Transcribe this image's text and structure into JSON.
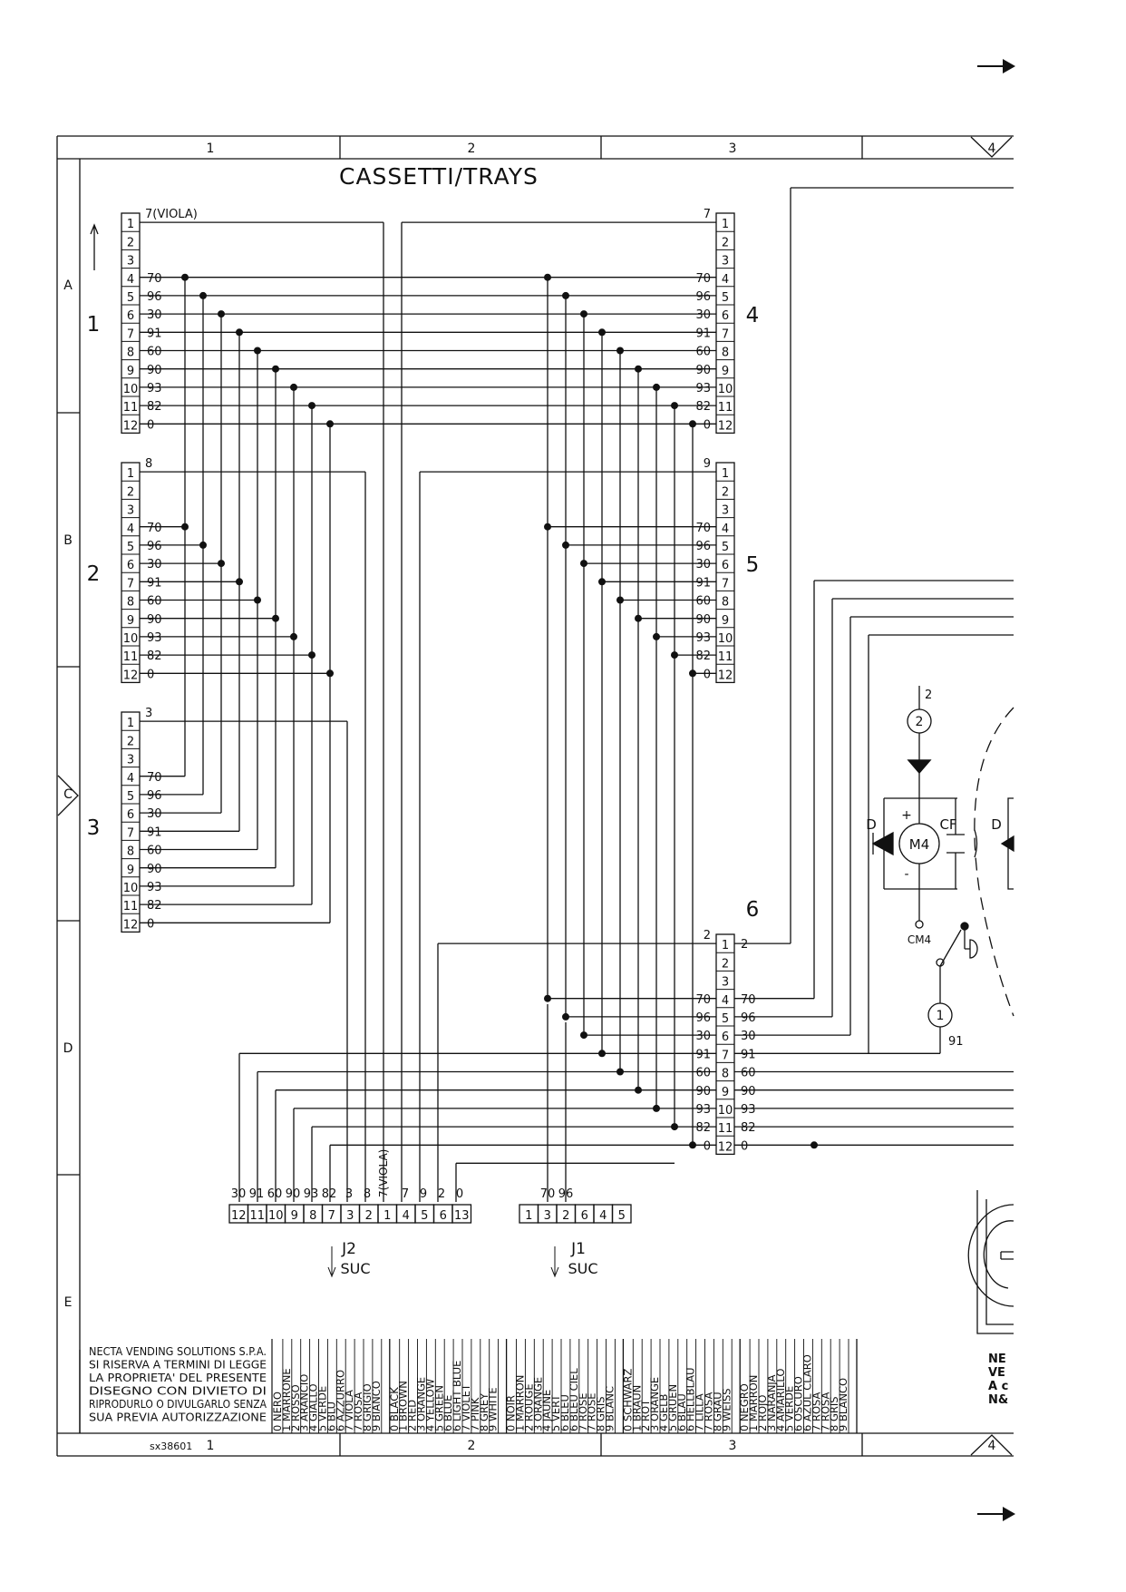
{
  "page": {
    "arrow": "right-arrow-icon"
  },
  "frame": {
    "columns_top": [
      "1",
      "2",
      "3",
      "4"
    ],
    "columns_bottom": [
      "1",
      "2",
      "3",
      "4"
    ],
    "rows": [
      "A",
      "B",
      "C",
      "D",
      "E"
    ],
    "drawing_no": "sx38601"
  },
  "title": "CASSETTI/TRAYS",
  "connectors": [
    {
      "number": "1",
      "top_label": "7(VIOLA)",
      "pins": [
        "1",
        "2",
        "3",
        "4",
        "5",
        "6",
        "7",
        "8",
        "9",
        "10",
        "11",
        "12"
      ],
      "wires": [
        "",
        "",
        "",
        "70",
        "96",
        "30",
        "91",
        "60",
        "90",
        "93",
        "82",
        "0"
      ]
    },
    {
      "number": "2",
      "top_label": "8",
      "pins": [
        "1",
        "2",
        "3",
        "4",
        "5",
        "6",
        "7",
        "8",
        "9",
        "10",
        "11",
        "12"
      ],
      "wires": [
        "",
        "",
        "",
        "70",
        "96",
        "30",
        "91",
        "60",
        "90",
        "93",
        "82",
        "0"
      ]
    },
    {
      "number": "3",
      "top_label": "3",
      "pins": [
        "1",
        "2",
        "3",
        "4",
        "5",
        "6",
        "7",
        "8",
        "9",
        "10",
        "11",
        "12"
      ],
      "wires": [
        "",
        "",
        "",
        "70",
        "96",
        "30",
        "91",
        "60",
        "90",
        "93",
        "82",
        "0"
      ]
    },
    {
      "number": "4",
      "top_label": "7",
      "pins": [
        "1",
        "2",
        "3",
        "4",
        "5",
        "6",
        "7",
        "8",
        "9",
        "10",
        "11",
        "12"
      ],
      "wires": [
        "",
        "",
        "",
        "70",
        "96",
        "30",
        "91",
        "60",
        "90",
        "93",
        "82",
        "0"
      ]
    },
    {
      "number": "5",
      "top_label": "9",
      "pins": [
        "1",
        "2",
        "3",
        "4",
        "5",
        "6",
        "7",
        "8",
        "9",
        "10",
        "11",
        "12"
      ],
      "wires": [
        "",
        "",
        "",
        "70",
        "96",
        "30",
        "91",
        "60",
        "90",
        "93",
        "82",
        "0"
      ]
    },
    {
      "number": "6",
      "top_label": "2",
      "pins": [
        "1",
        "2",
        "3",
        "4",
        "5",
        "6",
        "7",
        "8",
        "9",
        "10",
        "11",
        "12"
      ],
      "wires": [
        "",
        "",
        "",
        "70",
        "96",
        "30",
        "91",
        "60",
        "90",
        "93",
        "82",
        "0"
      ],
      "right_wires": [
        "2",
        "",
        "",
        "70",
        "96",
        "30",
        "91",
        "60",
        "90",
        "93",
        "82",
        "0"
      ]
    }
  ],
  "j2": {
    "wires": [
      "30",
      "91",
      "60",
      "90",
      "93",
      "82",
      "3",
      "8",
      "7(VIOLA)",
      "7",
      "9",
      "2",
      "0"
    ],
    "pins": [
      "12",
      "11",
      "10",
      "9",
      "8",
      "7",
      "3",
      "2",
      "1",
      "4",
      "5",
      "6",
      "13"
    ],
    "name": "J2",
    "suffix": "SUC"
  },
  "j1": {
    "wires": [
      "70",
      "96"
    ],
    "pins": [
      "1",
      "3",
      "2",
      "6",
      "4",
      "5"
    ],
    "name": "J1",
    "suffix": "SUC"
  },
  "motor": {
    "label": "M4",
    "plus": "+",
    "minus": "-",
    "diode": "D",
    "capacitor": "CF",
    "diode2": "D",
    "switch": "CM4",
    "term1": "1",
    "term2": "2",
    "wire_top": "2",
    "wire_bottom": "91"
  },
  "legal": [
    "NECTA VENDING SOLUTIONS S.P.A.",
    "SI RISERVA A TERMINI DI LEGGE",
    "LA PROPRIETA' DEL PRESENTE",
    "DISEGNO CON DIVIETO DI",
    "RIPRODURLO O DIVULGARLO SENZA",
    "SUA PREVIA AUTORIZZAZIONE"
  ],
  "color_legend": [
    [
      "0 NERO",
      "1 MARRONE",
      "2 ROSSO",
      "3 ARANCIO",
      "4 GIALLO",
      "5 VERDE",
      "6 BLU",
      "6 AZZURRO",
      "7 VIOLA",
      "7 ROSA",
      "8 GRIGIO",
      "9 BIANCO"
    ],
    [
      "0 BLACK",
      "1 BROWN",
      "2 RED",
      "3 ORANGE",
      "4 YELLOW",
      "5 GREEN",
      "6 BLUE",
      "6 LIGHT BLUE",
      "7 VIOLET",
      "7 PINK",
      "8 GREY",
      "9 WHITE"
    ],
    [
      "0 NOIR",
      "1 MARRON",
      "2 ROUGE",
      "3 ORANGE",
      "4 JAUNE",
      "5 VERT",
      "6 BLEU",
      "6 BLEU CIEL",
      "7 ROSE",
      "7 ROSE",
      "8 GRIS",
      "9 BLANC"
    ],
    [
      "0 SCHWARZ",
      "1 BRAUN",
      "2 ROT",
      "3 ORANGE",
      "4 GELB",
      "5 GRUEN",
      "6 BLAU",
      "6 HELLBLAU",
      "7 LILLA",
      "7 ROSA",
      "8 GRAU",
      "9 WEISS"
    ],
    [
      "0 NEGRO",
      "1 MARRON",
      "2 ROJO",
      "3 NARANJA",
      "4 AMARILLO",
      "5 VERDE",
      "6 OSCURO",
      "6 AZUL CLARO",
      "7 ROSA",
      "7 ROSA",
      "8 GRIS",
      "9 BLANCO"
    ]
  ],
  "title_block_cut": [
    "NE",
    "VE",
    "A c",
    "N&"
  ]
}
